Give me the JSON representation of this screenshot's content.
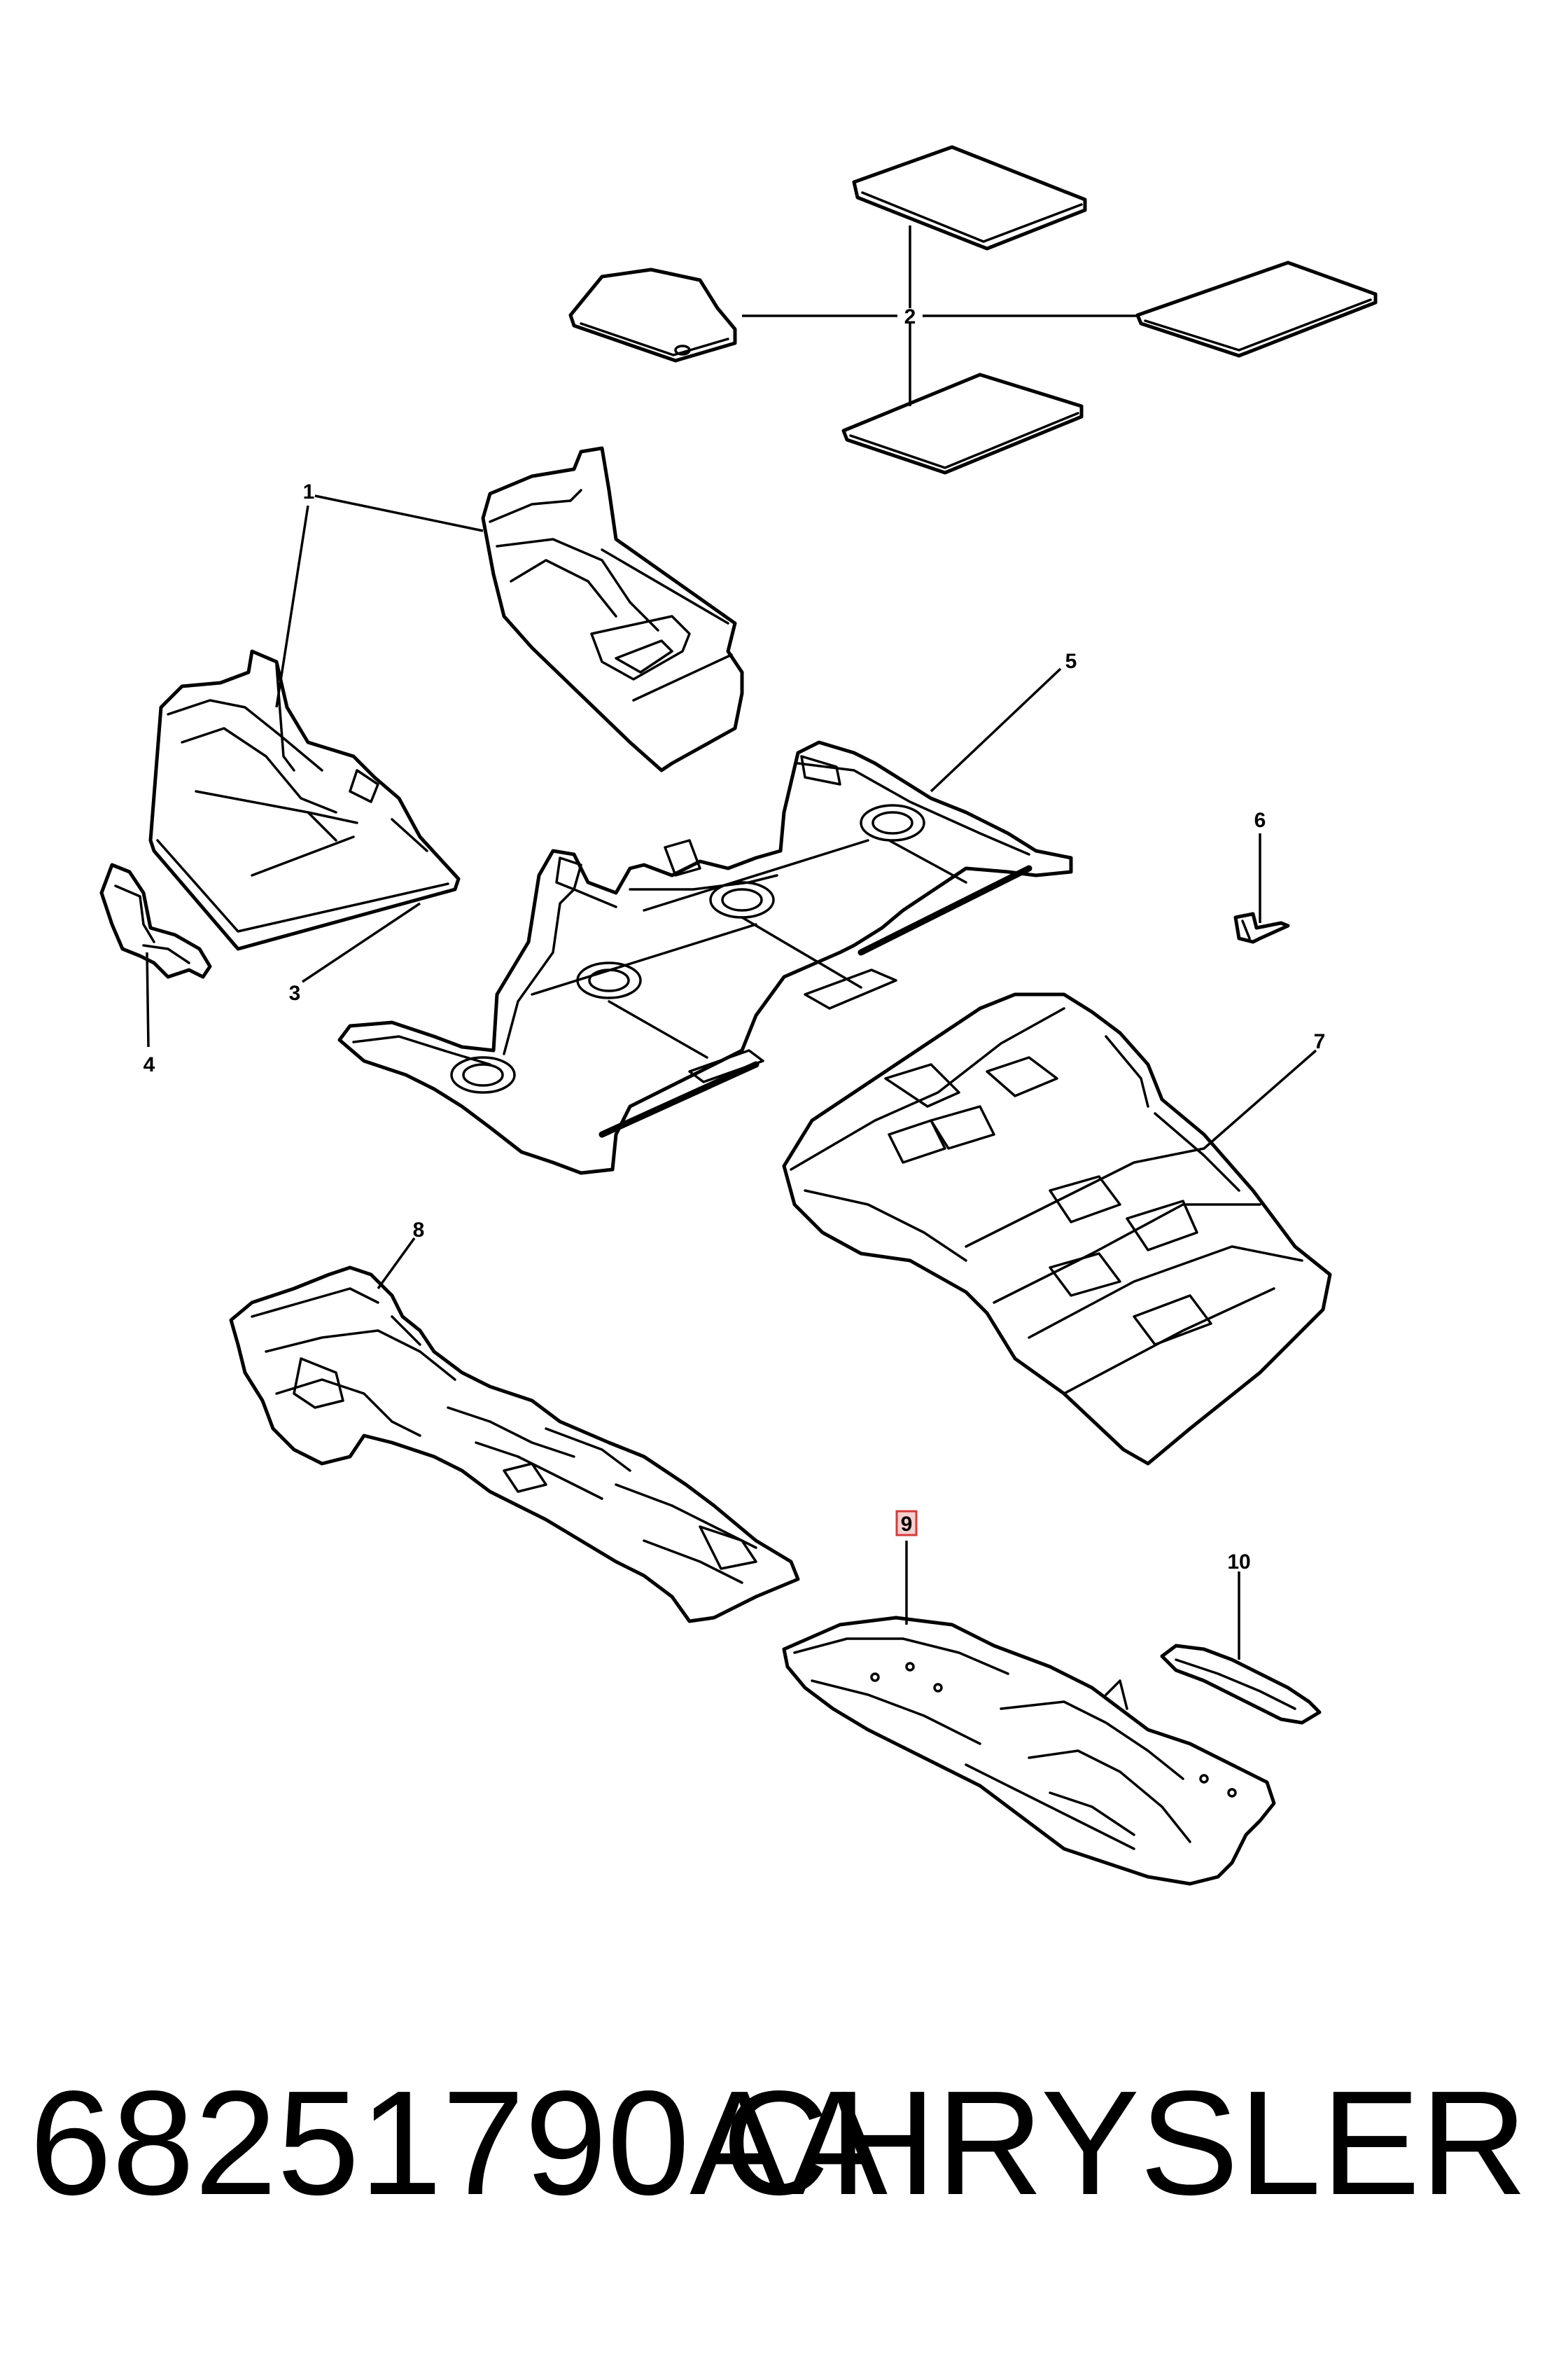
{
  "callouts": {
    "c1": "1",
    "c2": "2",
    "c3": "3",
    "c4": "4",
    "c5": "5",
    "c6": "6",
    "c7": "7",
    "c8": "8",
    "c9": "9",
    "c10": "10"
  },
  "footer": {
    "part_number": "68251790AA",
    "brand": "CHRYSLER"
  },
  "colors": {
    "line": "#000000",
    "background": "#ffffff",
    "highlight_fill": "#f6d0d0",
    "highlight_border": "#d43a3a"
  }
}
